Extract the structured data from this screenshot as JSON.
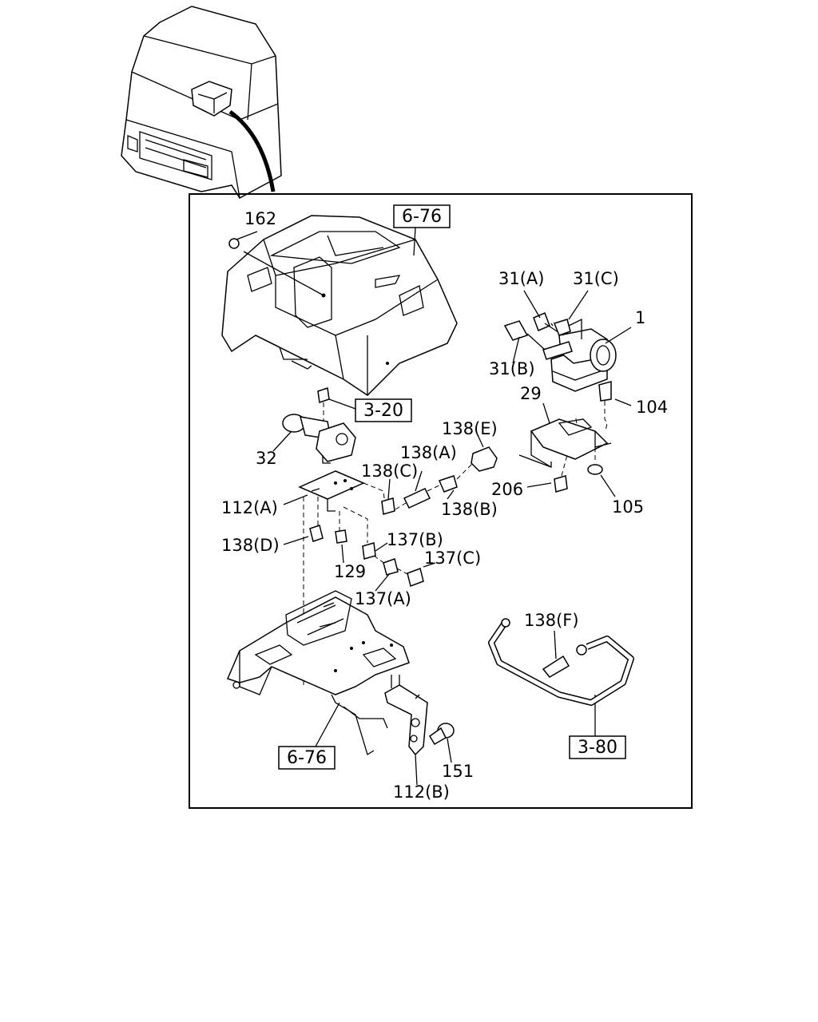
{
  "references": {
    "cover_top": "6-76",
    "bolt_ref": "3-20",
    "bracket_ref": "6-76",
    "pipe_ref": "3-80"
  },
  "labels": {
    "p162": "162",
    "p31a": "31(A)",
    "p31c": "31(C)",
    "p1": "1",
    "p31b": "31(B)",
    "p29": "29",
    "p104": "104",
    "p32": "32",
    "p138e": "138(E)",
    "p138a": "138(A)",
    "p138c": "138(C)",
    "p206": "206",
    "p105": "105",
    "p112a": "112(A)",
    "p138b": "138(B)",
    "p138d": "138(D)",
    "p137b": "137(B)",
    "p129": "129",
    "p137c": "137(C)",
    "p137a": "137(A)",
    "p138f": "138(F)",
    "p151": "151",
    "p112b": "112(B)"
  }
}
